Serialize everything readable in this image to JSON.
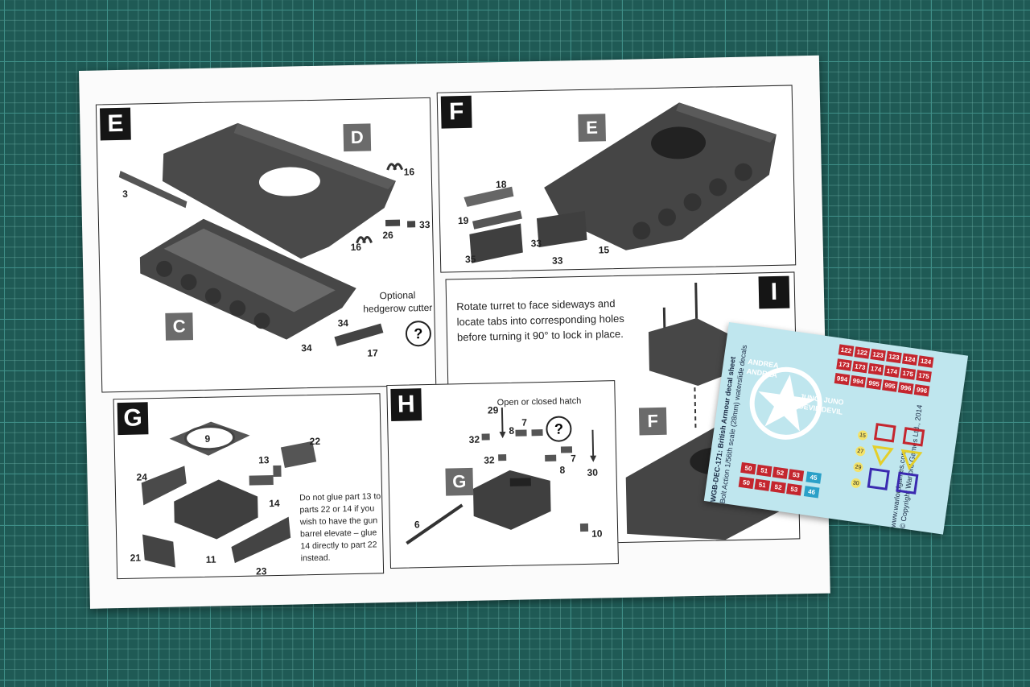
{
  "panels": {
    "E": {
      "letter": "E",
      "sub_letters": [
        "D",
        "C"
      ],
      "nums": [
        "3",
        "16",
        "26",
        "33",
        "16",
        "34",
        "34",
        "17"
      ],
      "note": "Optional\nhedgerow cutter"
    },
    "F": {
      "letter": "F",
      "sub_letters": [
        "E"
      ],
      "nums": [
        "18",
        "19",
        "35",
        "33",
        "33",
        "15"
      ]
    },
    "I": {
      "letter": "I",
      "sub_letters": [
        "F"
      ],
      "note": "Rotate turret to face sideways and\nlocate tabs into corresponding holes\nbefore turning it 90° to lock in place."
    },
    "G": {
      "letter": "G",
      "sub_letters": [],
      "nums": [
        "9",
        "22",
        "13",
        "24",
        "14",
        "21",
        "11",
        "23"
      ],
      "note": "Do not glue part 13 to\nparts 22 or 14 if you\nwish to have the gun\nbarrel elevate – glue\n14 directly to part 22\ninstead."
    },
    "H": {
      "letter": "H",
      "sub_letters": [
        "G"
      ],
      "nums": [
        "29",
        "8",
        "7",
        "32",
        "32",
        "7",
        "8",
        "30",
        "6",
        "10"
      ],
      "note": "Open or closed hatch"
    }
  },
  "question_mark": "?",
  "decal_sheet": {
    "title": "WGB-DEC-171: British Armour decal sheet",
    "subtitle": "Bolt Action 1/56th scale (28mm) waterslide decals",
    "website": "www.warlordgames.com",
    "copyright": "© Copyright Warlord Games Ltd., 2014",
    "names": [
      "ANDREA",
      "ANDREA",
      "JUNO",
      "JUNO",
      "DEVIL DEVIL"
    ],
    "red_tiles": [
      "122",
      "122",
      "123",
      "123",
      "124",
      "124",
      "173",
      "173",
      "174",
      "174",
      "175",
      "175",
      "994",
      "994",
      "995",
      "995",
      "996",
      "996",
      "50",
      "51",
      "52",
      "53",
      "50",
      "51",
      "52",
      "53"
    ],
    "blue_tiles": [
      "45",
      "46"
    ],
    "yellow_circles": [
      "15",
      "27",
      "29",
      "30"
    ]
  }
}
